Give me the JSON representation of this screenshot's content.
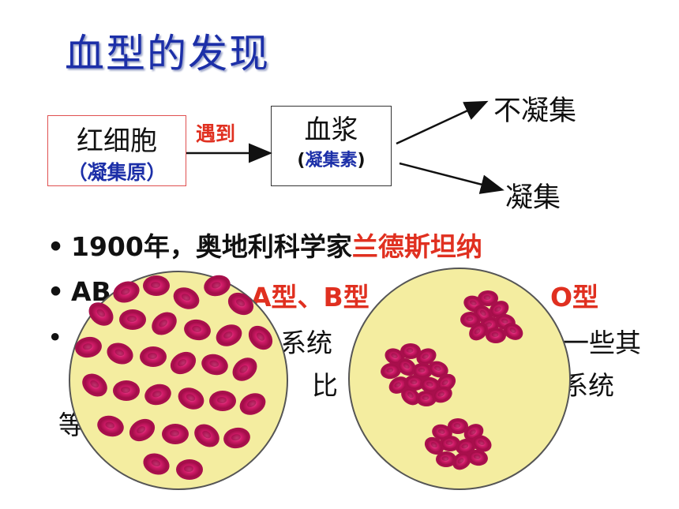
{
  "title": "血型的发现",
  "diagram": {
    "rbc_label": "红细胞",
    "rbc_sub": "（凝集原）",
    "meet_label": "遇到",
    "plasma_label": "血浆",
    "plasma_sub_open": "(",
    "plasma_sub_inner": "凝集素",
    "plasma_sub_close": ")",
    "result_no": "不凝集",
    "result_yes": "凝集"
  },
  "bullets": {
    "b1_prefix": "1900年，奥地利科学家",
    "b1_name": "兰德斯坦纳",
    "b2_start": "AB",
    "b2_a": "A型、B型",
    "b2_o": "O型",
    "b3_mid": "系统",
    "b3_end": "一些其",
    "b3_line2_mid": "比",
    "b3_line2_end": "系统",
    "b3_line3_start": "等"
  },
  "colors": {
    "title": "#1c2fa8",
    "accent_red": "#e03020",
    "dish_fill": "#f4eda0",
    "cell": "#c8175e"
  }
}
